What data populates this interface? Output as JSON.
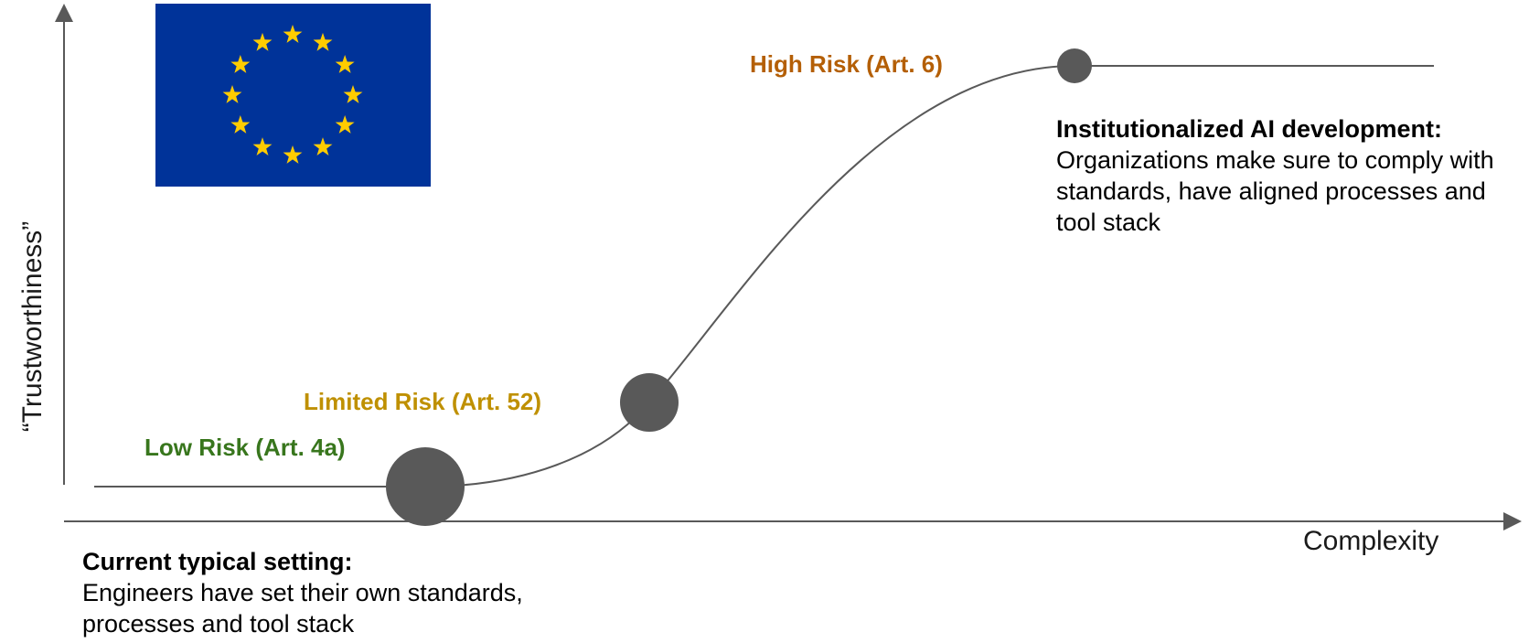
{
  "axes": {
    "y_label": "“Trustworthiness”",
    "x_label": "Complexity"
  },
  "risk_levels": {
    "low": {
      "label": "Low Risk (Art. 4a)",
      "color": "#38761d"
    },
    "limited": {
      "label": "Limited Risk (Art. 52)",
      "color": "#bf9000"
    },
    "high": {
      "label": "High Risk (Art. 6)",
      "color": "#b45f06"
    }
  },
  "notes": {
    "current": {
      "title": "Current typical setting:",
      "body": "Engineers have set their own standards, processes and tool stack"
    },
    "institutional": {
      "title": "Institutionalized AI development:",
      "body": "Organizations make sure to comply with standards, have aligned processes and tool stack"
    }
  },
  "flag": {
    "name": "EU flag",
    "background": "#003399",
    "star_color": "#ffcc00"
  },
  "colors": {
    "curve": "#595959",
    "marker": "#595959",
    "axis": "#595959"
  }
}
